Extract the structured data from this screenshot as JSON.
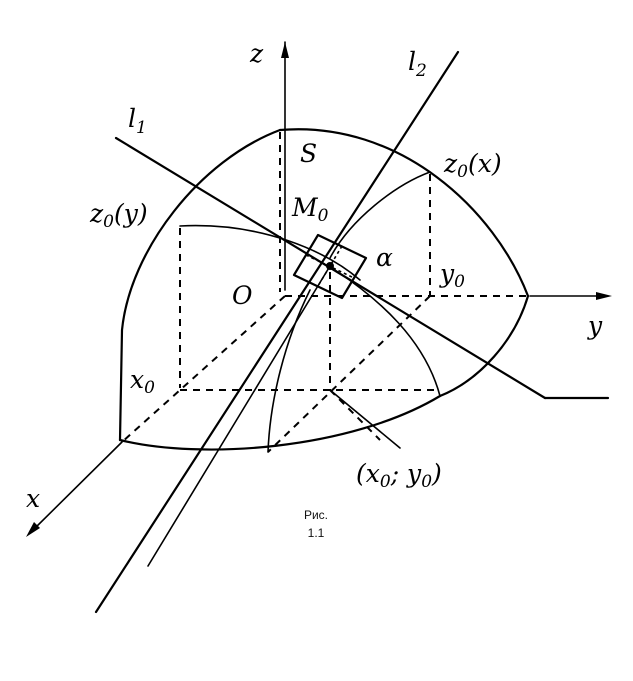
{
  "labels": {
    "z": "z",
    "y": "y",
    "x": "x",
    "origin": "O",
    "l1": "l",
    "l1_sub": "1",
    "l2": "l",
    "l2_sub": "2",
    "S": "S",
    "M0": "M",
    "M0_sub": "0",
    "alpha": "α",
    "z0x": "z",
    "z0x_sub": "0",
    "z0x_arg": "(x)",
    "z0y": "z",
    "z0y_sub": "0",
    "z0y_arg": "(y)",
    "y0": "y",
    "y0_sub": "0",
    "x0": "x",
    "x0_sub": "0",
    "point_open": "(x",
    "point_sub1": "0",
    "point_mid": "; y",
    "point_sub2": "0",
    "point_close": ")"
  },
  "caption": {
    "line1": "Рис.",
    "line2": "1.1"
  }
}
